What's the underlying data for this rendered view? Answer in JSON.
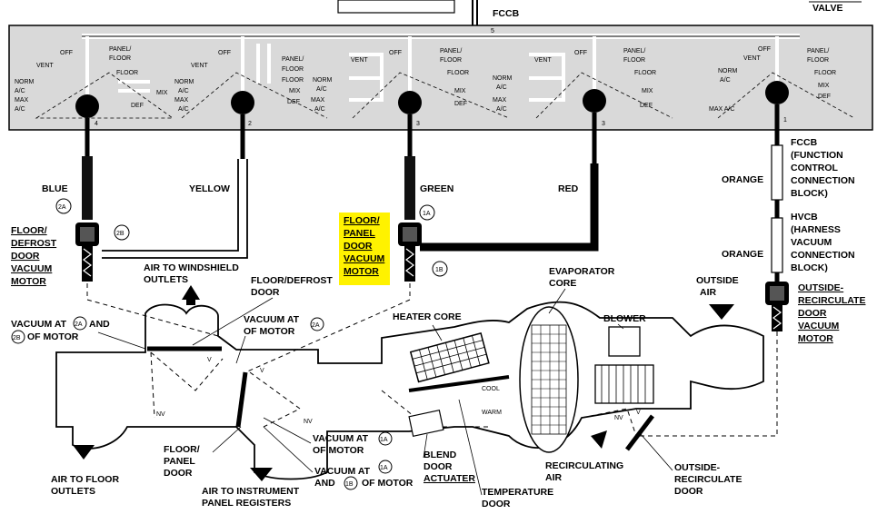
{
  "header": {
    "fccb_top": "FCCB",
    "vacuum_valve": "VALVE",
    "port_5": "5"
  },
  "selector": {
    "ports": [
      "4",
      "2",
      "3",
      "3",
      "1"
    ],
    "positions": {
      "off": "OFF",
      "vent": "VENT",
      "panel": "PANEL/",
      "floor": "FLOOR",
      "floor_short": "FLOOR",
      "mix": "MIX",
      "def": "DEF",
      "norm": "NORM",
      "ac": "A/C",
      "max": "MAX",
      "max_ac": "MAX A/C"
    }
  },
  "hoses": {
    "blue": "BLUE",
    "yellow": "YELLOW",
    "green": "GREEN",
    "red": "RED",
    "orange_upper": "ORANGE",
    "orange_lower": "ORANGE"
  },
  "ports_circles": {
    "p2a": "2A",
    "p2b": "2B",
    "p1a": "1A",
    "p1b": "1B"
  },
  "blocks": {
    "fccb_lines": [
      "FCCB",
      "(FUNCTION",
      "CONTROL",
      "CONNECTION",
      "BLOCK)"
    ],
    "hvcb_lines": [
      "HVCB",
      "(HARNESS",
      "VACUUM",
      "CONNECTION",
      "BLOCK)"
    ]
  },
  "motors": {
    "floor_defrost": [
      "FLOOR/",
      "DEFROST",
      "DOOR",
      "VACUUM",
      "MOTOR"
    ],
    "floor_panel": [
      "FLOOR/",
      "PANEL",
      "DOOR",
      "VACUUM",
      "MOTOR"
    ],
    "outside_recirc": [
      "OUTSIDE-",
      "RECIRCULATE",
      "DOOR",
      "VACUUM",
      "MOTOR"
    ]
  },
  "labels": {
    "air_windshield": [
      "AIR TO WINDSHIELD",
      "OUTLETS"
    ],
    "floor_defrost_door": [
      "FLOOR/DEFROST",
      "DOOR"
    ],
    "vacuum_at_motor_left": [
      "VACUUM AT",
      "AND",
      "OF MOTOR"
    ],
    "vacuum_at_2a": [
      "VACUUM AT",
      "OF MOTOR"
    ],
    "heater_core": "HEATER CORE",
    "evaporator_core": [
      "EVAPORATOR",
      "CORE"
    ],
    "blower": "BLOWER",
    "outside_air": [
      "OUTSIDE",
      "AIR"
    ],
    "cool": "COOL",
    "warm": "WARM",
    "v": "V",
    "nv": "NV",
    "floor_panel_door": [
      "FLOOR/",
      "PANEL",
      "DOOR"
    ],
    "vacuum_1a": [
      "VACUUM AT",
      "OF MOTOR"
    ],
    "vacuum_1a_1b": [
      "VACUUM AT",
      "AND",
      "OF MOTOR"
    ],
    "blend_door": [
      "BLEND",
      "DOOR",
      "ACTUATER"
    ],
    "temperature_door": [
      "TEMPERATURE",
      "DOOR"
    ],
    "recirculating_air": [
      "RECIRCULATING",
      "AIR"
    ],
    "outside_recirc_door": [
      "OUTSIDE-",
      "RECIRCULATE",
      "DOOR"
    ],
    "air_floor": [
      "AIR TO FLOOR",
      "OUTLETS"
    ],
    "air_panel": [
      "AIR TO INSTRUMENT",
      "PANEL REGISTERS"
    ]
  },
  "colors": {
    "highlight": "#fff200",
    "panel_fill": "#d9d9d9"
  }
}
